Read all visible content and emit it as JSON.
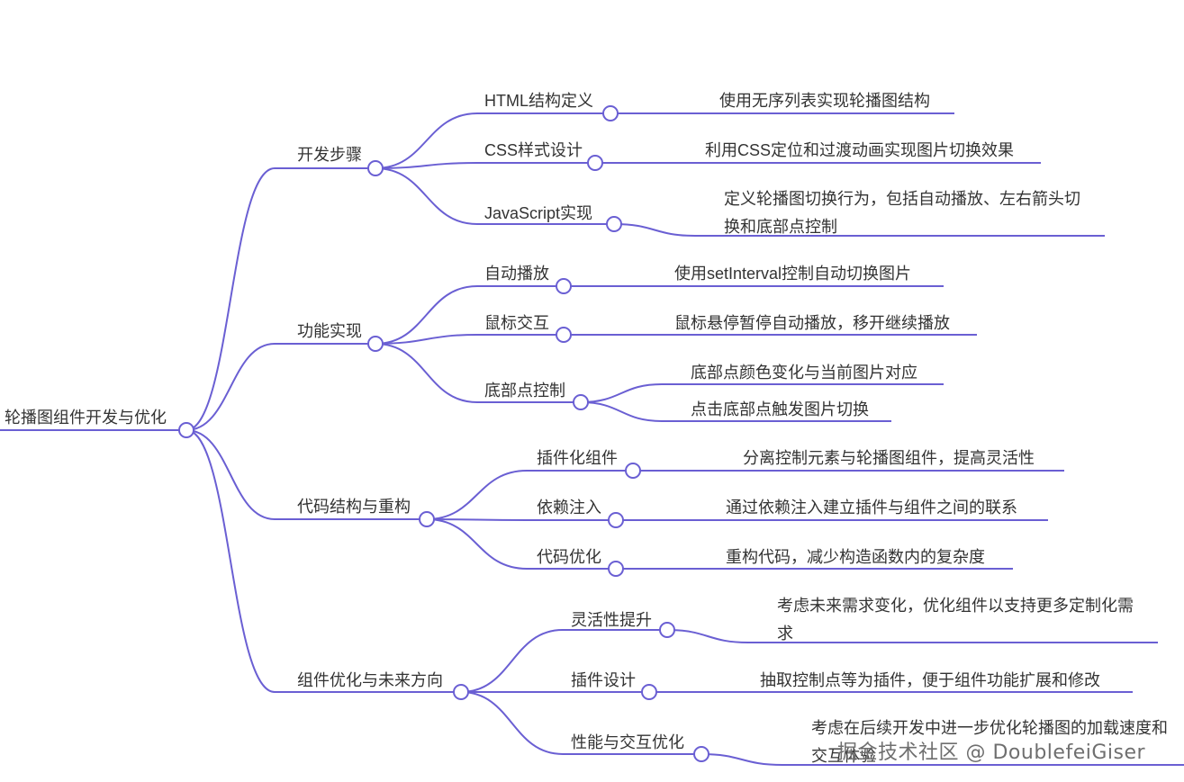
{
  "colors": {
    "edge": "#6a5fd3",
    "node_fill": "#ffffff",
    "text": "#333333",
    "watermark": "#6f6f6f"
  },
  "root": {
    "label": "轮播图组件开发与优化"
  },
  "branches": [
    {
      "label": "开发步骤",
      "children": [
        {
          "label": "HTML结构定义",
          "leaves": [
            "使用无序列表实现轮播图结构"
          ]
        },
        {
          "label": "CSS样式设计",
          "leaves": [
            "利用CSS定位和过渡动画实现图片切换效果"
          ]
        },
        {
          "label": "JavaScript实现",
          "leaves": [
            "定义轮播图切换行为，包括自动播放、左右箭头切换和底部点控制"
          ]
        }
      ]
    },
    {
      "label": "功能实现",
      "children": [
        {
          "label": "自动播放",
          "leaves": [
            "使用setInterval控制自动切换图片"
          ]
        },
        {
          "label": "鼠标交互",
          "leaves": [
            "鼠标悬停暂停自动播放，移开继续播放"
          ]
        },
        {
          "label": "底部点控制",
          "leaves": [
            "底部点颜色变化与当前图片对应",
            "点击底部点触发图片切换"
          ]
        }
      ]
    },
    {
      "label": "代码结构与重构",
      "children": [
        {
          "label": "插件化组件",
          "leaves": [
            "分离控制元素与轮播图组件，提高灵活性"
          ]
        },
        {
          "label": "依赖注入",
          "leaves": [
            "通过依赖注入建立插件与组件之间的联系"
          ]
        },
        {
          "label": "代码优化",
          "leaves": [
            "重构代码，减少构造函数内的复杂度"
          ]
        }
      ]
    },
    {
      "label": "组件优化与未来方向",
      "children": [
        {
          "label": "灵活性提升",
          "leaves": [
            "考虑未来需求变化，优化组件以支持更多定制化需求"
          ]
        },
        {
          "label": "插件设计",
          "leaves": [
            "抽取控制点等为插件，便于组件功能扩展和修改"
          ]
        },
        {
          "label": "性能与交互优化",
          "leaves": [
            "考虑在后续开发中进一步优化轮播图的加载速度和交互体验"
          ]
        }
      ]
    }
  ],
  "watermark": "掘金技术社区 @ DoublefeiGiser"
}
